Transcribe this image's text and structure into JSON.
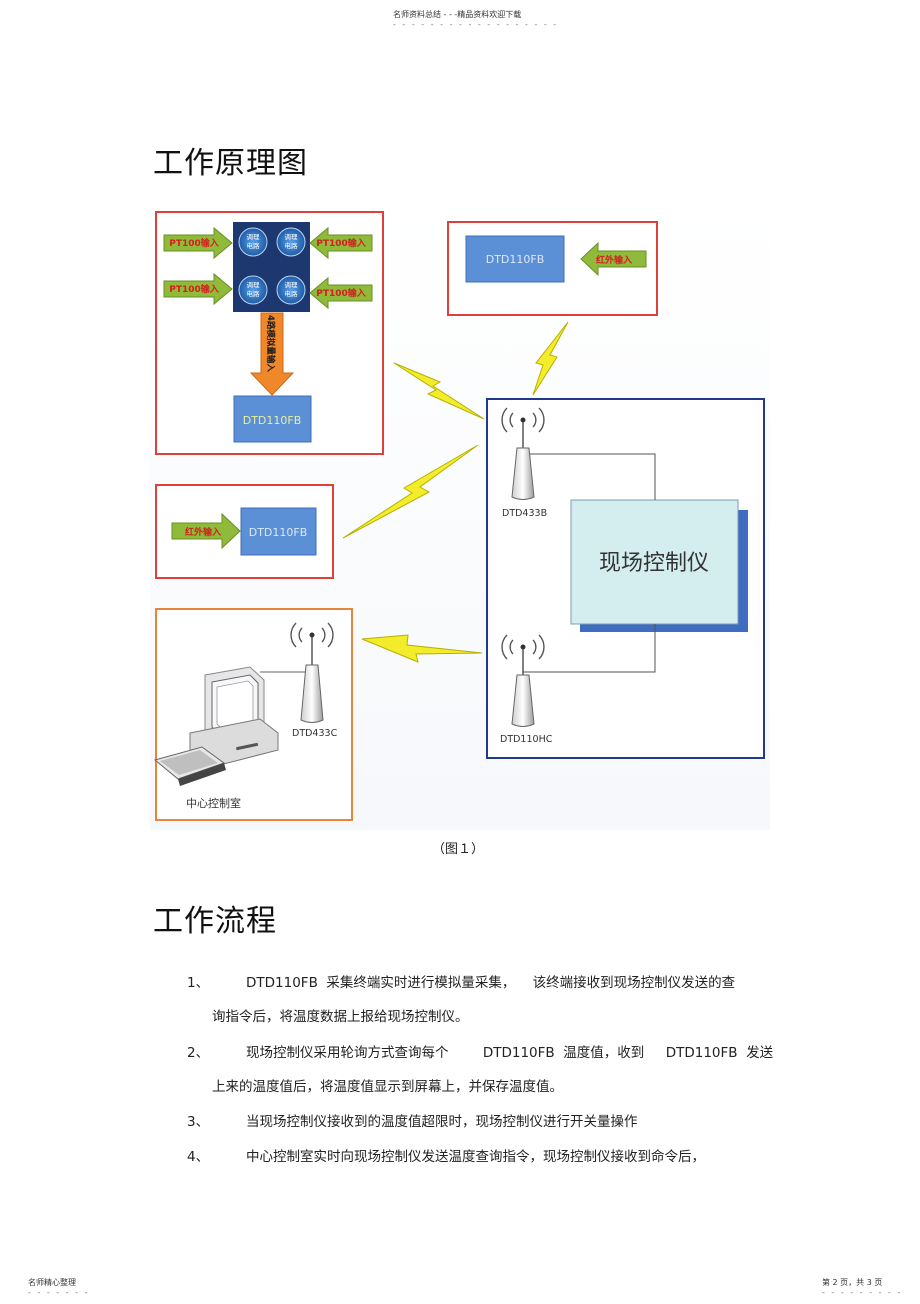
{
  "header": {
    "text": "名师资料总结 - - -精品资料欢迎下载",
    "dots": "- - - - - - - - - - - - - - - - - -"
  },
  "section1": {
    "title": "工作原理图"
  },
  "diagram": {
    "pt100_label": "PT100输入",
    "circuit_label_1": "调理",
    "circuit_label_2": "电路",
    "analog_label": "4路模拟量输入",
    "dtd110fb": "DTD110FB",
    "ir_label": "红外输入",
    "dtd433b": "DTD433B",
    "controller": "现场控制仪",
    "dtd110hc": "DTD110HC",
    "dtd433c": "DTD433C",
    "center_room": "中心控制室"
  },
  "figure_caption": "（图１）",
  "section2": {
    "title": "工作流程"
  },
  "steps": [
    {
      "num": "1、",
      "line1": "DTD110FB  采集终端实时进行模拟量采集，    该终端接收到现场控制仪发送的查",
      "line2": "询指令后，将温度数据上报给现场控制仪。"
    },
    {
      "num": "2、",
      "line1": "现场控制仪采用轮询方式查询每个        DTD110FB  温度值，收到     DTD110FB  发送",
      "line2": "上来的温度值后，将温度值显示到屏幕上，并保存温度值。"
    },
    {
      "num": "3、",
      "line1": "当现场控制仪接收到的温度值超限时，现场控制仪进行开关量操作",
      "line2": ""
    },
    {
      "num": "4、",
      "line1": "中心控制室实时向现场控制仪发送温度查询指令，现场控制仪接收到命令后，",
      "line2": ""
    }
  ],
  "footer": {
    "left": "名师精心整理",
    "left_dots": "- - - - - - -",
    "right": "第 2 页，共 3 页",
    "right_dots": "- - - - - - - - -"
  },
  "colors": {
    "red_border": "#e0403c",
    "orange_border": "#e8843c",
    "navy": "#1f3a8a",
    "blue_box": "#5b8fd6",
    "green_arrow": "#8fba3a",
    "cyan_box": "#d4eef0"
  }
}
